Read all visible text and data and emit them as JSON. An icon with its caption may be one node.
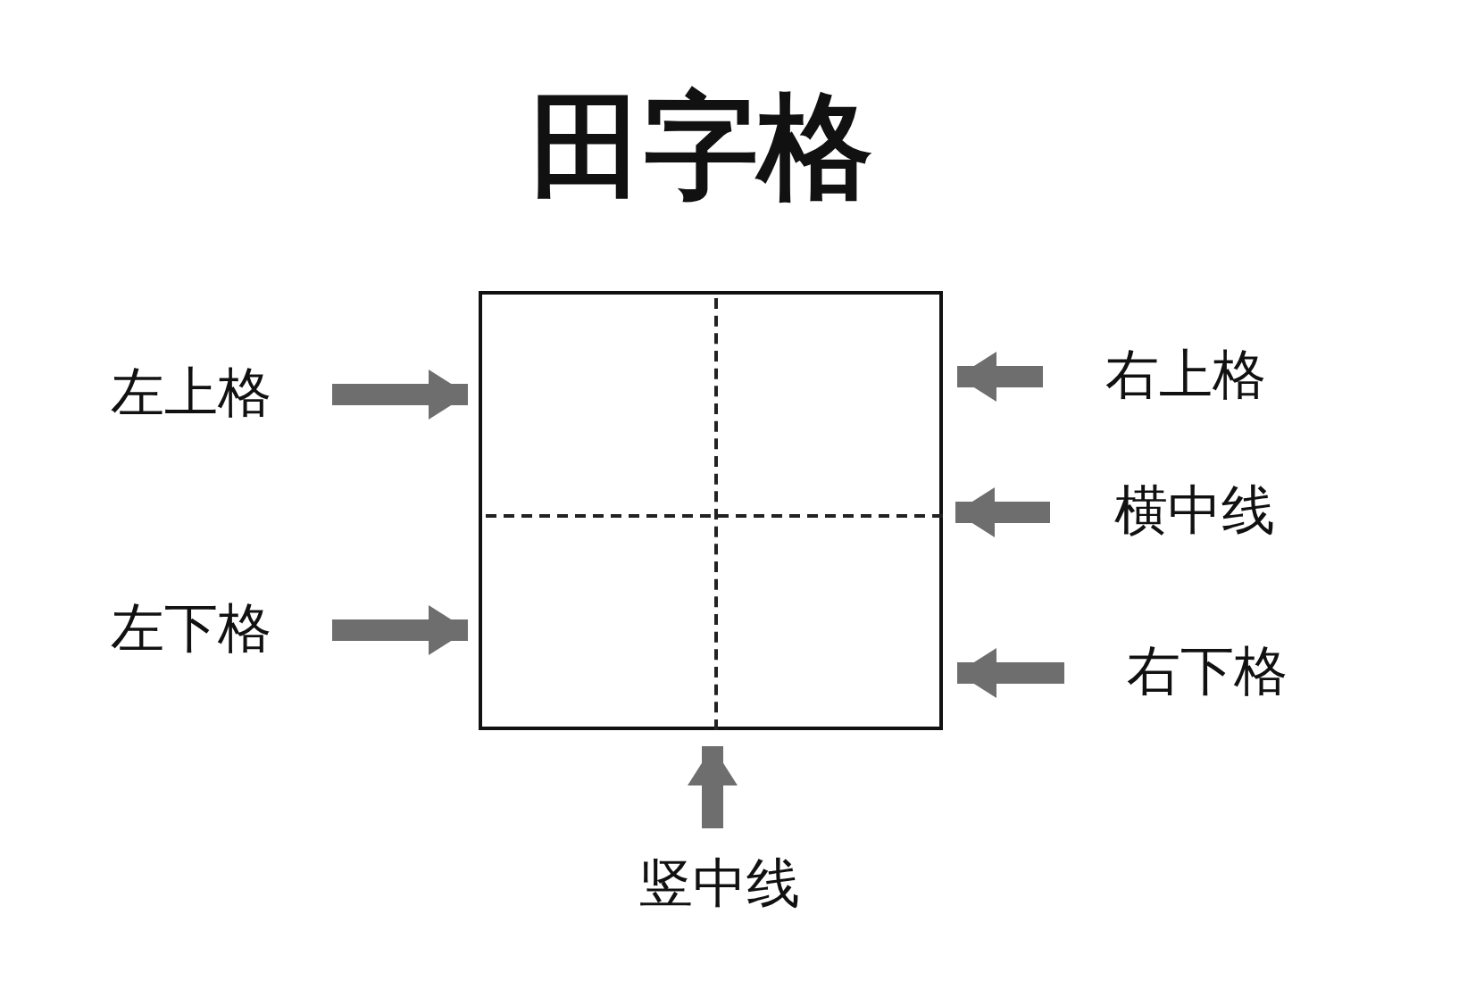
{
  "diagram": {
    "title": "田字格",
    "nodes": [
      {
        "text": [],
        "shape": "box"
      },
      {
        "text": [],
        "shape": "line",
        "in": 0
      },
      {
        "text": [],
        "shape": "line",
        "in": 0
      },
      {
        "text": [
          "左上格"
        ]
      },
      {
        "text": [
          "右上格"
        ]
      },
      {
        "text": [
          "横中线"
        ]
      },
      {
        "text": [
          "左下格"
        ]
      },
      {
        "text": [
          "右下格"
        ]
      },
      {
        "text": [
          "竖中线"
        ]
      }
    ],
    "edges": [
      {
        "from": 3,
        "to": 0,
        "arrow": "to"
      },
      {
        "from": 4,
        "to": 0,
        "arrow": "to"
      },
      {
        "from": 5,
        "to": 1,
        "arrow": "to"
      },
      {
        "from": 6,
        "to": 0,
        "arrow": "to"
      },
      {
        "from": 7,
        "to": 0,
        "arrow": "to"
      },
      {
        "from": 8,
        "to": 2,
        "arrow": "to"
      }
    ]
  }
}
